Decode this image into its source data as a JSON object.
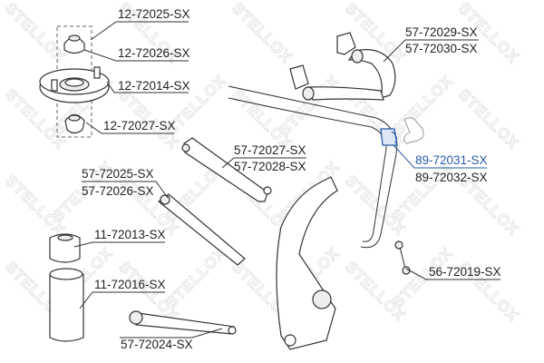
{
  "watermark": "STELLOX",
  "highlight_color": "#2a5ba8",
  "labels": {
    "l1": "12-72025-SX",
    "l2": "12-72026-SX",
    "l3": "12-72014-SX",
    "l4": "12-72027-SX",
    "l5a": "57-72029-SX",
    "l5b": "57-72030-SX",
    "l6a": "57-72027-SX",
    "l6b": "57-72028-SX",
    "l7a": "57-72025-SX",
    "l7b": "57-72026-SX",
    "l8a": "89-72031-SX",
    "l8b": "89-72032-SX",
    "l9": "11-72013-SX",
    "l10": "56-72019-SX",
    "l11": "11-72016-SX",
    "l12": "57-72024-SX"
  },
  "highlighted_part": "89-72031-SX"
}
